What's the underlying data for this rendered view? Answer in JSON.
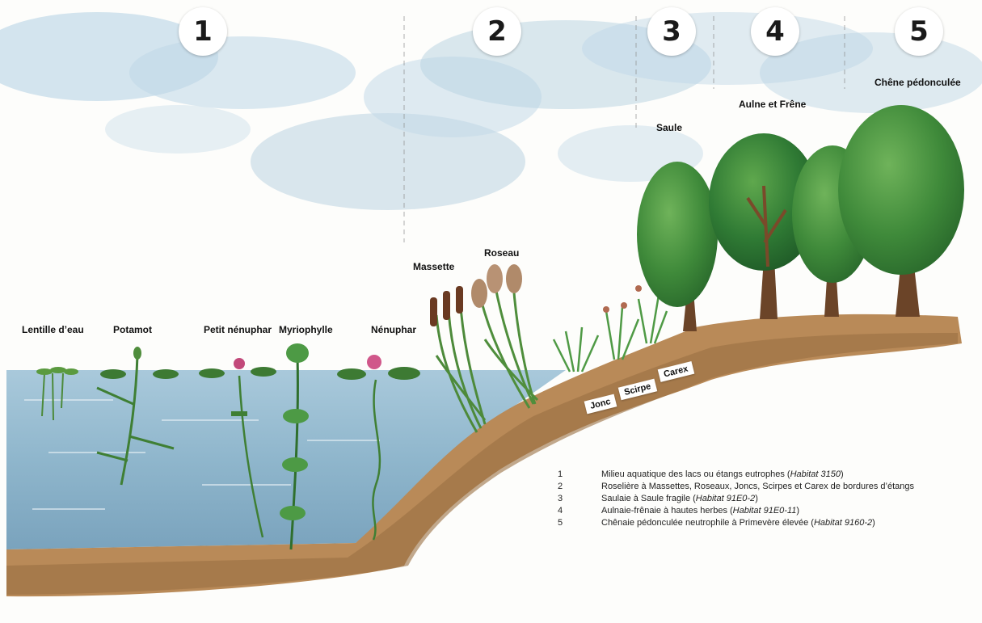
{
  "zones": [
    {
      "number": "1"
    },
    {
      "number": "2"
    },
    {
      "number": "3"
    },
    {
      "number": "4"
    },
    {
      "number": "5"
    }
  ],
  "plants": {
    "lentille": "Lentille d’eau",
    "potamot": "Potamot",
    "petit_nenuphar": "Petit nénuphar",
    "myriophylle": "Myriophylle",
    "nenuphar": "Nénuphar",
    "massette": "Massette",
    "roseau": "Roseau",
    "saule": "Saule",
    "aulne_frene": "Aulne et Frêne",
    "chene": "Chêne pédonculée"
  },
  "bank_tags": {
    "carex": "Carex",
    "scirpe": "Scirpe",
    "jonc": "Jonc"
  },
  "legend": [
    {
      "num": "1",
      "text": "Milieu aquatique des lacs ou étangs eutrophes (",
      "habitat": "Habitat 3150",
      "close": ")"
    },
    {
      "num": "2",
      "text": "Roselière à Massettes, Roseaux, Joncs, Scirpes et Carex de bordures d’étangs",
      "habitat": "",
      "close": ""
    },
    {
      "num": "3",
      "text": "Saulaie à Saule fragile (",
      "habitat": "Habitat 91E0-2",
      "close": ")"
    },
    {
      "num": "4",
      "text": "Aulnaie-frênaie à hautes herbes (",
      "habitat": "Habitat 91E0-11",
      "close": ")"
    },
    {
      "num": "5",
      "text": "Chênaie pédonculée neutrophile à Primevère élevée (",
      "habitat": "Habitat 9160-2",
      "close": ")"
    }
  ],
  "colors": {
    "water": "#8fb8cf",
    "soil": "#b98a58",
    "tree": "#3f8a3a",
    "sky": "#9cc3dc"
  }
}
